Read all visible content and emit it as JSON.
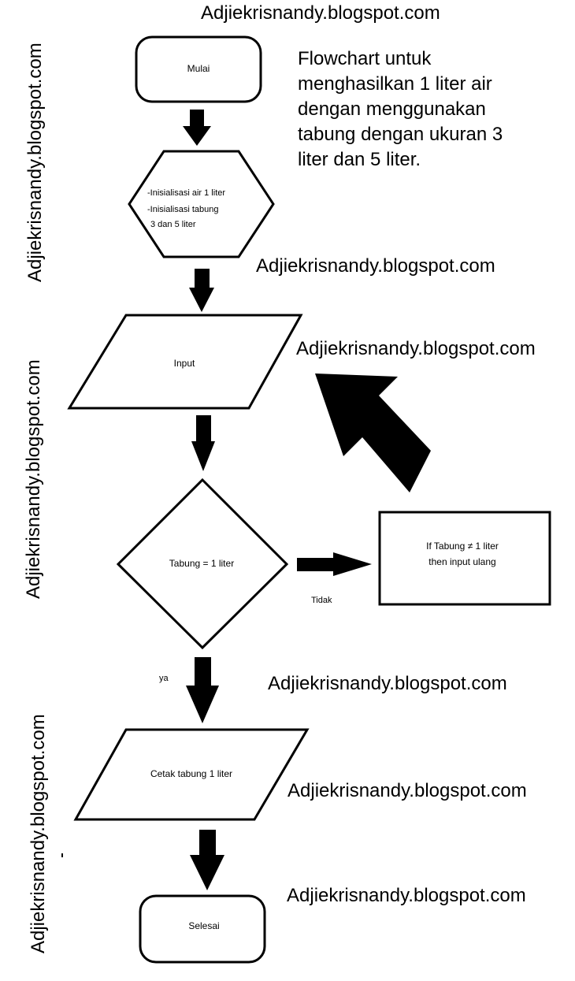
{
  "watermark": "Adjiekrisnandy.blogspot.com",
  "description": [
    "Flowchart untuk",
    "menghasilkan 1 liter air",
    "dengan menggunakan",
    "tabung dengan ukuran 3",
    "liter dan 5 liter."
  ],
  "nodes": {
    "start": "Mulai",
    "init_line1": "-Inisialisasi  air 1 liter",
    "init_line2": "-Inisialisasi tabung",
    "init_line3": "3 dan 5 liter",
    "input": "Input",
    "decision": "Tabung = 1 liter",
    "retry_line1": "If Tabung ≠ 1 liter",
    "retry_line2": "then input ulang",
    "output": "Cetak tabung 1 liter",
    "end": "Selesai"
  },
  "edges": {
    "no": "Tidak",
    "yes": "ya"
  },
  "colors": {
    "stroke": "#000000",
    "background": "#ffffff"
  }
}
